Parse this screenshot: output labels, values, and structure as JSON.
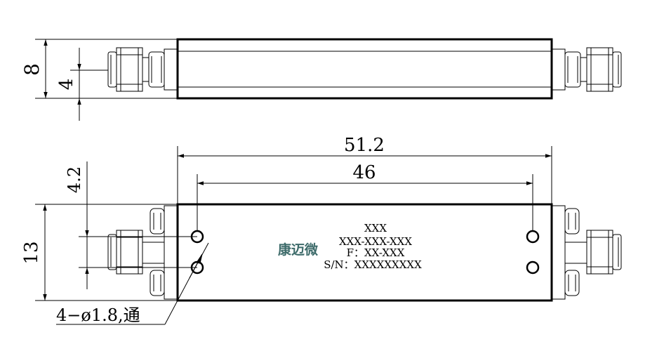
{
  "dimensions": {
    "side_height": "8",
    "side_connector": "4",
    "length_overall": "51.2",
    "hole_spacing": "46",
    "hole_offset": "4.2",
    "body_width": "13",
    "holes": "4−ø1.8,通"
  },
  "label": {
    "logo": "康迈微",
    "line1": "XXX",
    "line2": "XXX-XXX-XXX",
    "line3": "F：XX-XXX",
    "line4": "S/N：XXXXXXXXX"
  },
  "colors": {
    "logo": "#3d6b6a",
    "line": "#000000"
  }
}
